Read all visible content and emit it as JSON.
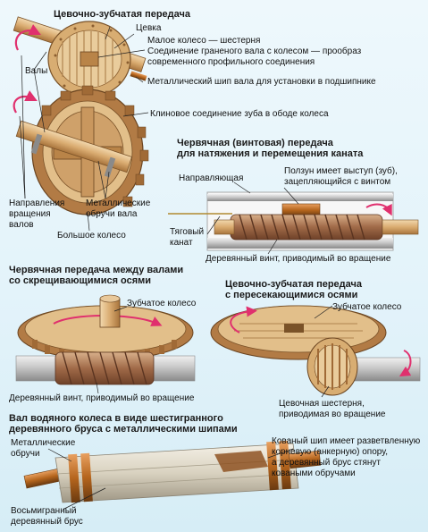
{
  "sections": {
    "lantern_gear": {
      "title": "Цевочно-зубчатая передача",
      "labels": {
        "lantern": "Цевка",
        "small_wheel": "Малое колесо — шестерня",
        "shaft_joint": "Соединение граненого вала с колесом — прообраз современного профильного соединения",
        "shaft_joint_l1": "Соединение граненого вала с колесом — прообраз",
        "shaft_joint_l2": "современного профильного соединения",
        "shafts": "Валы",
        "metal_pin": "Металлический шип  вала для установки в подшипнике",
        "wedge_joint": "Клиновое соединение зуба в ободе колеса",
        "direction_l1": "Направления",
        "direction_l2": "вращения",
        "direction_l3": "валов",
        "hoops_l1": "Металлические",
        "hoops_l2": "обручи вала",
        "big_wheel": "Большое колесо"
      }
    },
    "worm_rope": {
      "title_l1": "Червячная (винтовая) передача",
      "title_l2": "для натяжения и перемещения каната",
      "labels": {
        "guide": "Направляющая",
        "slider_l1": "Ползун имеет выступ (зуб),",
        "slider_l2": "зацепляющийся с винтом",
        "rope_l1": "Тяговый",
        "rope_l2": "канат",
        "screw": "Деревянный винт,  приводимый во вращение"
      }
    },
    "worm_cross": {
      "title_l1": "Червячная передача между валами",
      "title_l2": "со скрещивающимися осями",
      "labels": {
        "gear": "Зубчатое колесо",
        "screw": "Деревянный винт,  приводимый во вращение"
      }
    },
    "lantern_cross": {
      "title_l1": "Цевочно-зубчатая передача",
      "title_l2": "с пересекающимися осями",
      "labels": {
        "gear": "Зубчатое колесо",
        "pinion_l1": "Цевочная шестерня,",
        "pinion_l2": "приводимая во вращение"
      }
    },
    "water_shaft": {
      "title_l1": "Вал водяного колеса в виде шестигранного",
      "title_l2": "деревянного бруса с металлическими шипами",
      "labels": {
        "hoops_l1": "Металлические",
        "hoops_l2": "обручи",
        "beam_l1": "Восьмигранный",
        "beam_l2": "деревянный брус",
        "pin_l1": "Кованый шип  имеет разветвленную",
        "pin_l2": "корневую (анкерную) опору,",
        "pin_l3": "а деревянный брус стянут",
        "pin_l4": "коваными обручами"
      }
    }
  },
  "colors": {
    "background": "#e3f3fa",
    "wood_light": "#e8c89a",
    "wood_mid": "#c9975e",
    "wood_dark": "#9a6a36",
    "copper": "#b5651d",
    "arrow_pink": "#e0306e",
    "frame_gray": "#a8a8a8",
    "leader_line": "#222222"
  }
}
